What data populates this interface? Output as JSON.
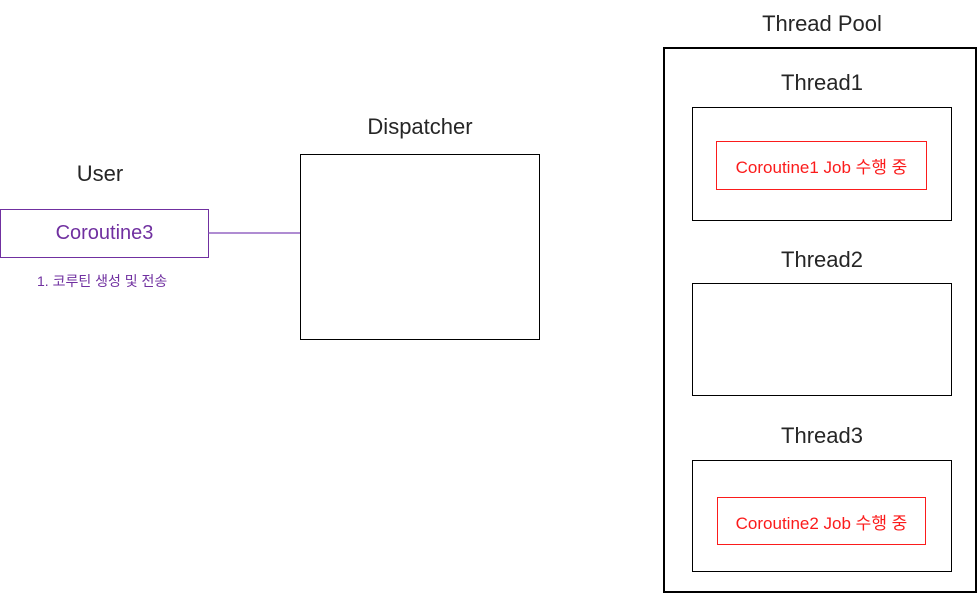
{
  "colors": {
    "purple": "#7030a0",
    "arrow": "#7f48b8",
    "red": "#fb1b1b",
    "ink": "#262626",
    "line": "#000000"
  },
  "user": {
    "label": "User",
    "coroutine": "Coroutine3",
    "annotation": "1. 코루틴 생성 및 전송"
  },
  "dispatcher": {
    "label": "Dispatcher"
  },
  "thread_pool": {
    "label": "Thread Pool",
    "threads": [
      {
        "label": "Thread1",
        "job": "Coroutine1 Job 수행 중"
      },
      {
        "label": "Thread2",
        "job": ""
      },
      {
        "label": "Thread3",
        "job": "Coroutine2 Job 수행 중"
      }
    ]
  }
}
